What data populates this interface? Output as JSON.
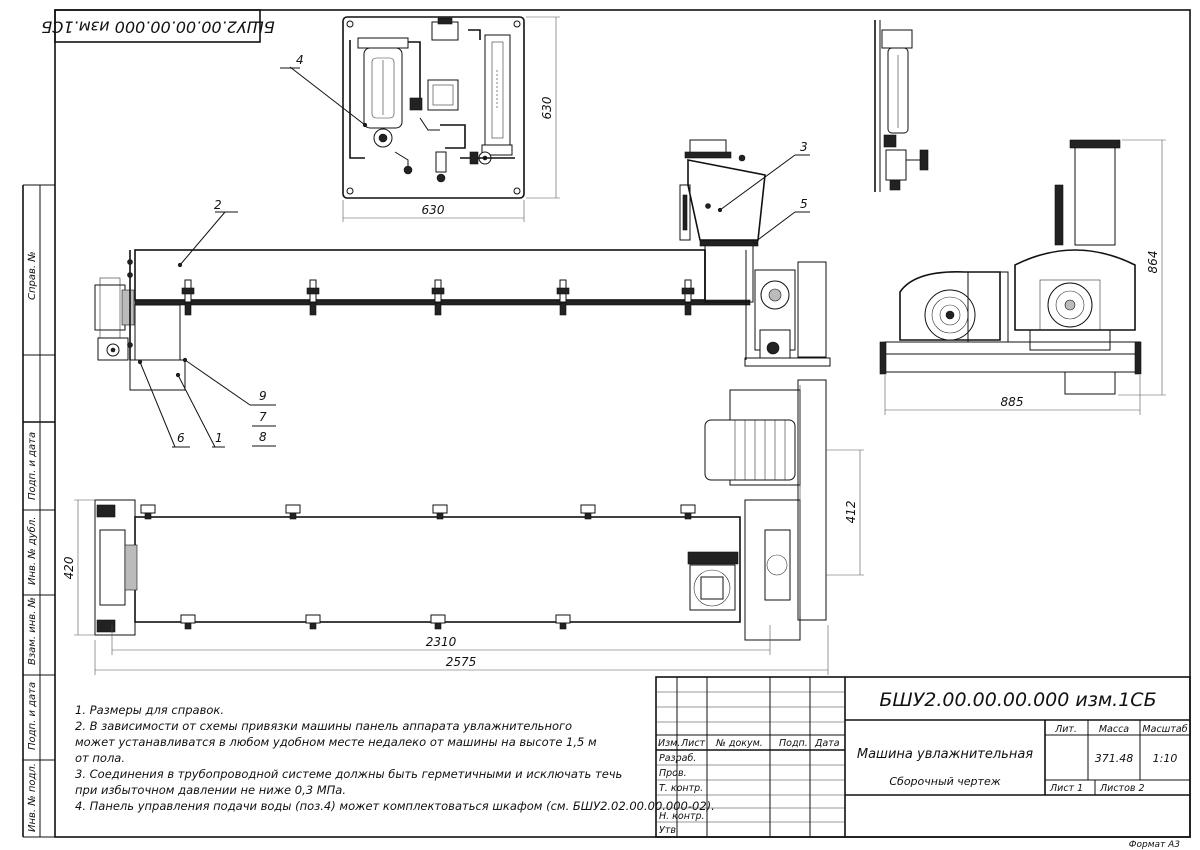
{
  "drawing": {
    "designation": "БШУ2.00.00.00.000 изм.1СБ",
    "designation_rotated": "БШУ2.00.00.00.000 изм.1СБ",
    "name": "Машина увлажнительная",
    "doc_type": "Сборочный чертеж",
    "mass": "371.48",
    "scale": "1:10",
    "sheet": "Лист 1",
    "sheets": "Листов 2",
    "format": "Формат А3"
  },
  "title_block": {
    "col_lit": "Лит.",
    "col_mass": "Масса",
    "col_scale": "Масштаб",
    "col_izm": "Изм.",
    "col_list": "Лист",
    "col_doc": "№ докум.",
    "col_sign": "Подп.",
    "col_date": "Дата",
    "row_razrab": "Разраб.",
    "row_prov": "Пров.",
    "row_tkontr": "Т. контр.",
    "row_nkontr": "Н. контр.",
    "row_utv": "Утв."
  },
  "side_strip": {
    "sprav": "Справ. №",
    "podp_data_1": "Подп. и дата",
    "inv_dubl": "Инв. № дубл.",
    "vzam_inv": "Взам. инв. №",
    "podp_data_2": "Подп. и дата",
    "inv_podl": "Инв. № подл."
  },
  "notes": [
    "1.  Размеры для справок.",
    "2.  В зависимости от схемы привязки машины панель аппарата увлажнительного",
    "     может устанавливатся в любом удобном месте недалеко от машины на высоте  1,5 м",
    "     от пола.",
    "3.  Соединения в трубопроводной системе должны быть герметичными и исключать течь",
    "при избыточном давлении не ниже 0,3 МПа.",
    "4. Панель управления подачи воды (поз.4) может комплектоваться шкафом (см. БШУ2.02.00.00.000-02)."
  ],
  "dimensions": {
    "panel_width": "630",
    "panel_height": "630",
    "side_height": "864",
    "side_width": "885",
    "plan_width": "412",
    "plan_height": "420",
    "length_inner": "2310",
    "length_total": "2575"
  },
  "callouts": [
    "1",
    "2",
    "3",
    "4",
    "5",
    "6",
    "7",
    "8",
    "9"
  ]
}
